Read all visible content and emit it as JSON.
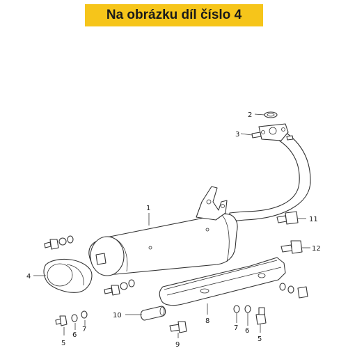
{
  "header": {
    "title": "Na obrázku díl číslo 4"
  },
  "callouts": {
    "c1": "1",
    "c2": "2",
    "c3": "3",
    "c4": "4",
    "c5a": "5",
    "c5b": "5",
    "c6a": "6",
    "c6b": "6",
    "c7a": "7",
    "c7b": "7",
    "c8": "8",
    "c9": "9",
    "c10": "10",
    "c11": "11",
    "c12": "12"
  },
  "colors": {
    "banner": "#f6c51a",
    "ink": "#333333"
  }
}
